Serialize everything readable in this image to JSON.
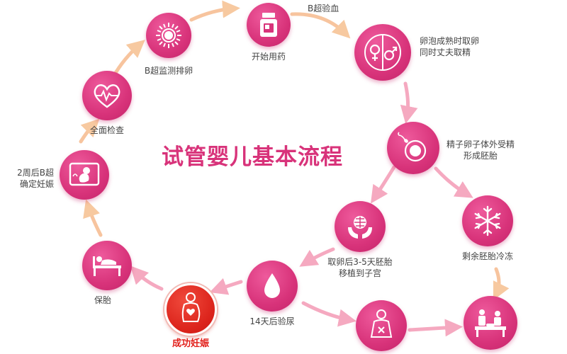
{
  "title": "试管婴儿基本流程",
  "colors": {
    "pink": "#d8337a",
    "red": "#dc241c",
    "arrow": "#f5b7c8"
  },
  "steps": {
    "ultrasound_monitor": {
      "label": "B超监测排卵",
      "icon": "sun-ovary-icon"
    },
    "start_medication": {
      "label": "开始用药",
      "icon": "medicine-bottle-icon"
    },
    "ultrasound_blood": {
      "label": "B超验血",
      "icon": "none"
    },
    "egg_retrieval": {
      "label_line1": "卵泡成熟时取卵",
      "label_line2": "同时丈夫取精",
      "icon": "gender-symbols-icon"
    },
    "fertilization": {
      "label_line1": "精子卵子体外受精",
      "label_line2": "形成胚胎",
      "icon": "sperm-egg-icon"
    },
    "freeze_embryos": {
      "label": "剩余胚胎冷冻",
      "icon": "snowflake-icon"
    },
    "embryo_transfer": {
      "label_line1": "取卵后3-5天胚胎",
      "label_line2": "移植到子宫",
      "icon": "hands-embryo-icon"
    },
    "urine_test": {
      "label": "14天后验尿",
      "icon": "water-drop-icon"
    },
    "failure_woman": {
      "icon": "woman-cross-icon"
    },
    "hospital": {
      "icon": "hospital-scene-icon"
    },
    "success": {
      "label": "成功妊娠",
      "icon": "pregnant-woman-icon"
    },
    "pregnancy_care": {
      "label": "保胎",
      "icon": "bed-rest-icon"
    },
    "ultrasound_confirm": {
      "label_line1": "2周后B超",
      "label_line2": "确定妊娠",
      "icon": "fetus-ultrasound-icon"
    },
    "full_exam": {
      "label": "全面检查",
      "icon": "heart-monitor-icon"
    }
  }
}
